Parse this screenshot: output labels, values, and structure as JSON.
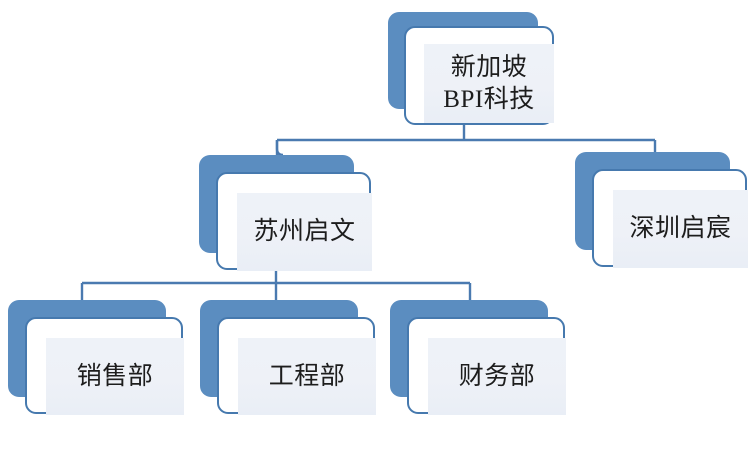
{
  "diagram": {
    "type": "organization-chart",
    "orientation": "top-down",
    "background_color": "#FFFFFF",
    "style": {
      "node_shadow_color": "#5B8DC0",
      "node_border_color": "#4679AE",
      "node_fill_color": "#EEF2F8",
      "connector_color": "#4A7AB0",
      "text_color": "#1D1D1D"
    },
    "nodes": {
      "root": {
        "label": "新加坡\nBPI科技",
        "level": 1
      },
      "suzhou": {
        "label": "苏州启文",
        "level": 2
      },
      "shenzhen": {
        "label": "深圳启宸",
        "level": 2
      },
      "sales": {
        "label": "销售部",
        "level": 3
      },
      "engineering": {
        "label": "工程部",
        "level": 3
      },
      "finance": {
        "label": "财务部",
        "level": 3
      }
    },
    "edges": [
      {
        "from": "root",
        "to": "suzhou"
      },
      {
        "from": "root",
        "to": "shenzhen"
      },
      {
        "from": "suzhou",
        "to": "sales"
      },
      {
        "from": "suzhou",
        "to": "engineering"
      },
      {
        "from": "suzhou",
        "to": "finance"
      }
    ]
  }
}
